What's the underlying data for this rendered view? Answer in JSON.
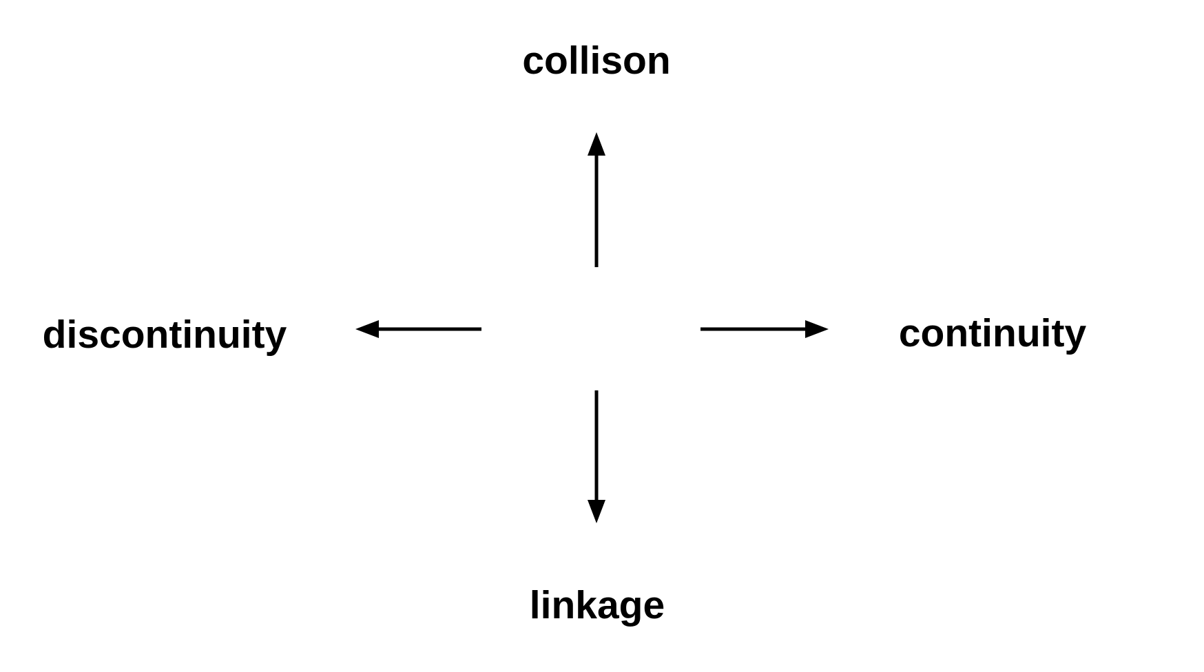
{
  "diagram": {
    "top_label": "collison",
    "left_label": "discontinuity",
    "right_label": "continuity",
    "bottom_label": "linkage",
    "arrows": [
      {
        "direction": "up",
        "points_to": "collison"
      },
      {
        "direction": "left",
        "points_to": "discontinuity"
      },
      {
        "direction": "right",
        "points_to": "continuity"
      },
      {
        "direction": "down",
        "points_to": "linkage"
      }
    ],
    "colors": {
      "background": "#ffffff",
      "text": "#000000",
      "arrow": "#000000"
    }
  }
}
